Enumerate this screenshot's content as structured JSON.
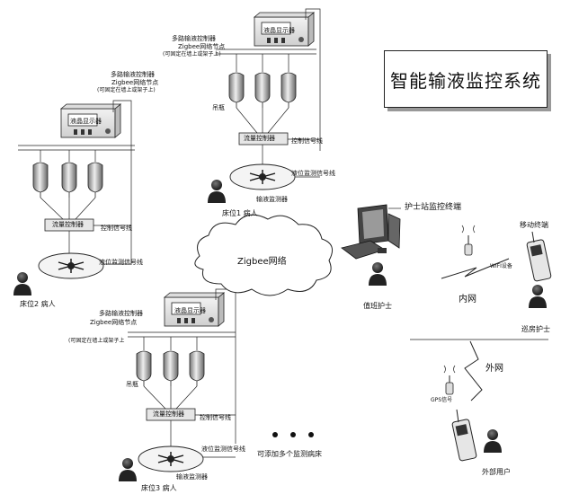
{
  "title": "智能输液监控系统",
  "wards": [
    {
      "node_title": "多路输液控制器",
      "node_sub": "Zigbee网络节点",
      "node_mount": "(可固定在墙上或架子上)",
      "display_label": "液晶显示器",
      "hook_label": "吊瓶",
      "flow_label": "流量控制器",
      "ctrl_signal": "控制信号线",
      "level_signal": "液位监测信号线",
      "monitor_label": "输液监测器",
      "patient_label": "床位1 病人"
    },
    {
      "node_title": "多路输液控制器",
      "node_sub": "Zigbee网络节点",
      "node_mount": "(可固定在墙上或架子上)",
      "display_label": "液晶显示器",
      "flow_label": "流量控制器",
      "ctrl_signal": "控制信号线",
      "level_signal": "液位监测信号线",
      "patient_label": "床位2 病人"
    },
    {
      "node_title": "多路输液控制器",
      "node_sub": "Zigbee网络节点",
      "node_mount": "(可固定在墙上或架子上",
      "display_label": "液晶显示器",
      "hook_label": "吊瓶",
      "flow_label": "流量控制器",
      "ctrl_signal": "控制信号线",
      "level_signal": "液位监测信号线",
      "monitor_label": "输液监测器",
      "patient_label": "床位3 病人"
    }
  ],
  "network_label": "Zigbee网络",
  "nurse_station_label": "护士站监控终端",
  "duty_nurse_label": "值班护士",
  "mobile_terminal_label": "移动终端",
  "wifi_label": "WIFI设备",
  "intranet_label": "内网",
  "rounds_nurse_label": "巡房护士",
  "extranet_label": "外网",
  "gps_label": "GPS信号",
  "external_user_label": "外部用户",
  "more_beds_label": "可添加多个监测病床",
  "icons": [
    "infusion-bottle-icon",
    "person-icon",
    "computer-icon",
    "phone-icon",
    "antenna-icon",
    "lightning-icon",
    "cloud-icon"
  ]
}
